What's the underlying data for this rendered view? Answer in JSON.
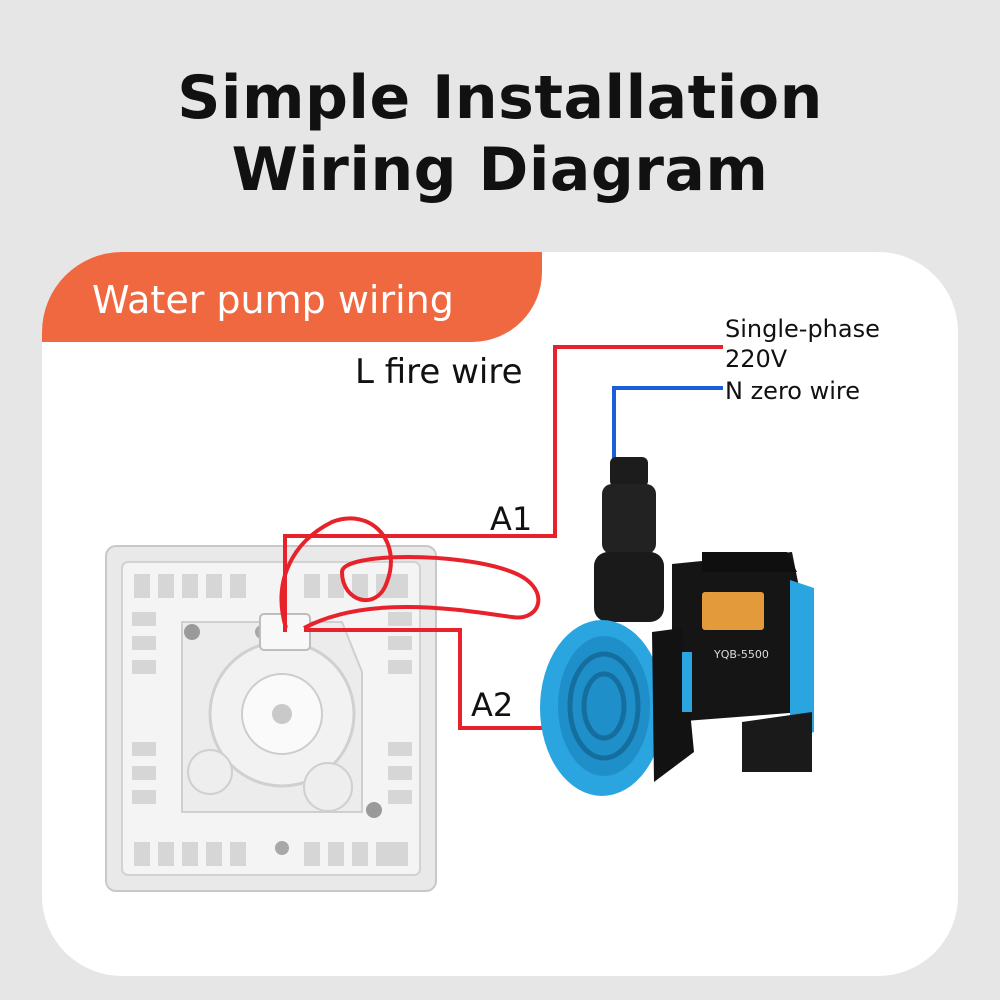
{
  "title": {
    "line1": "Simple Installation",
    "line2": "Wiring Diagram"
  },
  "banner": {
    "label": "Water pump wiring"
  },
  "labels": {
    "fire_wire": "L fire wire",
    "single_phase": "Single-phase",
    "voltage": "220V",
    "zero_wire": "N zero wire",
    "terminal_a1": "A1",
    "terminal_a2": "A2"
  },
  "pump": {
    "model": "YQB-5500"
  },
  "colors": {
    "live_wire": "#e8222a",
    "neutral_wire": "#1a5fd8",
    "banner": "#f0683f",
    "pump_blue": "#2aa5e0",
    "pump_body": "#151515"
  }
}
